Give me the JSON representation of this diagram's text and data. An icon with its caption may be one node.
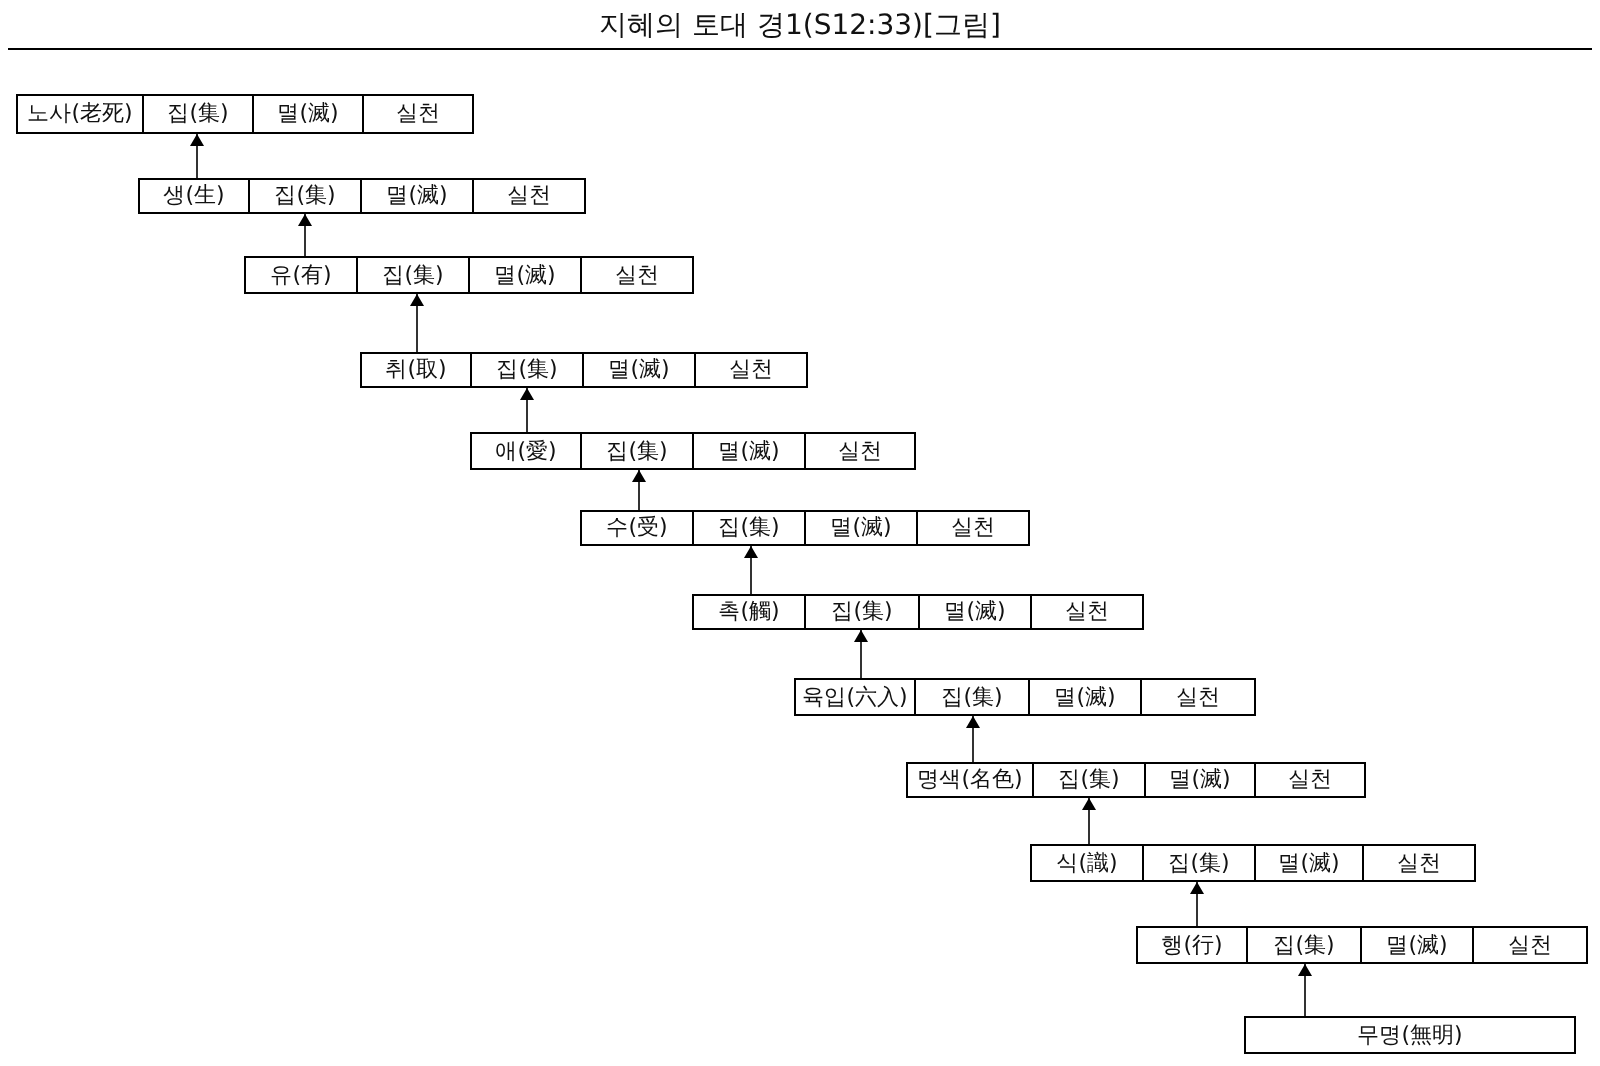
{
  "diagram": {
    "title": "지혜의 토대 경1(S12:33)[그림]",
    "nodes": [
      {
        "text": [
          "노사(老死)"
        ]
      },
      {
        "text": [
          "집(集)"
        ]
      },
      {
        "text": [
          "멸(滅)"
        ]
      },
      {
        "text": [
          "실천"
        ]
      },
      {
        "text": [
          "생(生)"
        ]
      },
      {
        "text": [
          "집(集)"
        ]
      },
      {
        "text": [
          "멸(滅)"
        ]
      },
      {
        "text": [
          "실천"
        ]
      },
      {
        "text": [
          "유(有)"
        ]
      },
      {
        "text": [
          "집(集)"
        ]
      },
      {
        "text": [
          "멸(滅)"
        ]
      },
      {
        "text": [
          "실천"
        ]
      },
      {
        "text": [
          "취(取)"
        ]
      },
      {
        "text": [
          "집(集)"
        ]
      },
      {
        "text": [
          "멸(滅)"
        ]
      },
      {
        "text": [
          "실천"
        ]
      },
      {
        "text": [
          "애(愛)"
        ]
      },
      {
        "text": [
          "집(集)"
        ]
      },
      {
        "text": [
          "멸(滅)"
        ]
      },
      {
        "text": [
          "실천"
        ]
      },
      {
        "text": [
          "수(受)"
        ]
      },
      {
        "text": [
          "집(集)"
        ]
      },
      {
        "text": [
          "멸(滅)"
        ]
      },
      {
        "text": [
          "실천"
        ]
      },
      {
        "text": [
          "촉(觸)"
        ]
      },
      {
        "text": [
          "집(集)"
        ]
      },
      {
        "text": [
          "멸(滅)"
        ]
      },
      {
        "text": [
          "실천"
        ]
      },
      {
        "text": [
          "육입(六入)"
        ]
      },
      {
        "text": [
          "집(集)"
        ]
      },
      {
        "text": [
          "멸(滅)"
        ]
      },
      {
        "text": [
          "실천"
        ]
      },
      {
        "text": [
          "명색(名色)"
        ]
      },
      {
        "text": [
          "집(集)"
        ]
      },
      {
        "text": [
          "멸(滅)"
        ]
      },
      {
        "text": [
          "실천"
        ]
      },
      {
        "text": [
          "식(識)"
        ]
      },
      {
        "text": [
          "집(集)"
        ]
      },
      {
        "text": [
          "멸(滅)"
        ]
      },
      {
        "text": [
          "실천"
        ]
      },
      {
        "text": [
          "행(行)"
        ]
      },
      {
        "text": [
          "집(集)"
        ]
      },
      {
        "text": [
          "멸(滅)"
        ]
      },
      {
        "text": [
          "실천"
        ]
      },
      {
        "text": [
          "무명(無明)"
        ]
      }
    ],
    "edges": [
      {
        "from": 4,
        "to": 1,
        "arrow": "to"
      },
      {
        "from": 8,
        "to": 5,
        "arrow": "to"
      },
      {
        "from": 12,
        "to": 9,
        "arrow": "to"
      },
      {
        "from": 16,
        "to": 13,
        "arrow": "to"
      },
      {
        "from": 20,
        "to": 17,
        "arrow": "to"
      },
      {
        "from": 24,
        "to": 21,
        "arrow": "to"
      },
      {
        "from": 28,
        "to": 25,
        "arrow": "to"
      },
      {
        "from": 32,
        "to": 29,
        "arrow": "to"
      },
      {
        "from": 36,
        "to": 33,
        "arrow": "to"
      },
      {
        "from": 40,
        "to": 37,
        "arrow": "to"
      },
      {
        "from": 44,
        "to": 41,
        "arrow": "to"
      }
    ]
  }
}
